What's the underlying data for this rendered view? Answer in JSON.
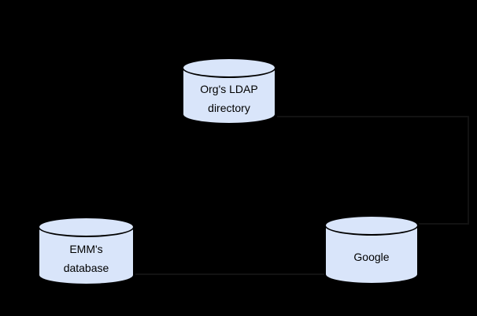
{
  "diagram": {
    "background_color": "#000000",
    "node_fill_color": "#d9e5fa",
    "node_stroke_color": "#000000",
    "connector_trace_color": "#121212",
    "nodes": [
      {
        "id": "org-ldap-directory",
        "shape": "database-cylinder",
        "line1": "Org's LDAP",
        "line2": "directory"
      },
      {
        "id": "emm-database",
        "shape": "database-cylinder",
        "line1": "EMM's",
        "line2": "database"
      },
      {
        "id": "google",
        "shape": "database-cylinder",
        "line1": "Google",
        "line2": ""
      }
    ],
    "connectors": [
      {
        "from": "emm-database",
        "to": "google",
        "style": "faint-horizontal"
      },
      {
        "from": "org-ldap-directory",
        "to": "right-edge",
        "style": "faint-horizontal"
      },
      {
        "from": "right-edge",
        "to": "google-right-side",
        "style": "faint-elbow"
      }
    ]
  }
}
